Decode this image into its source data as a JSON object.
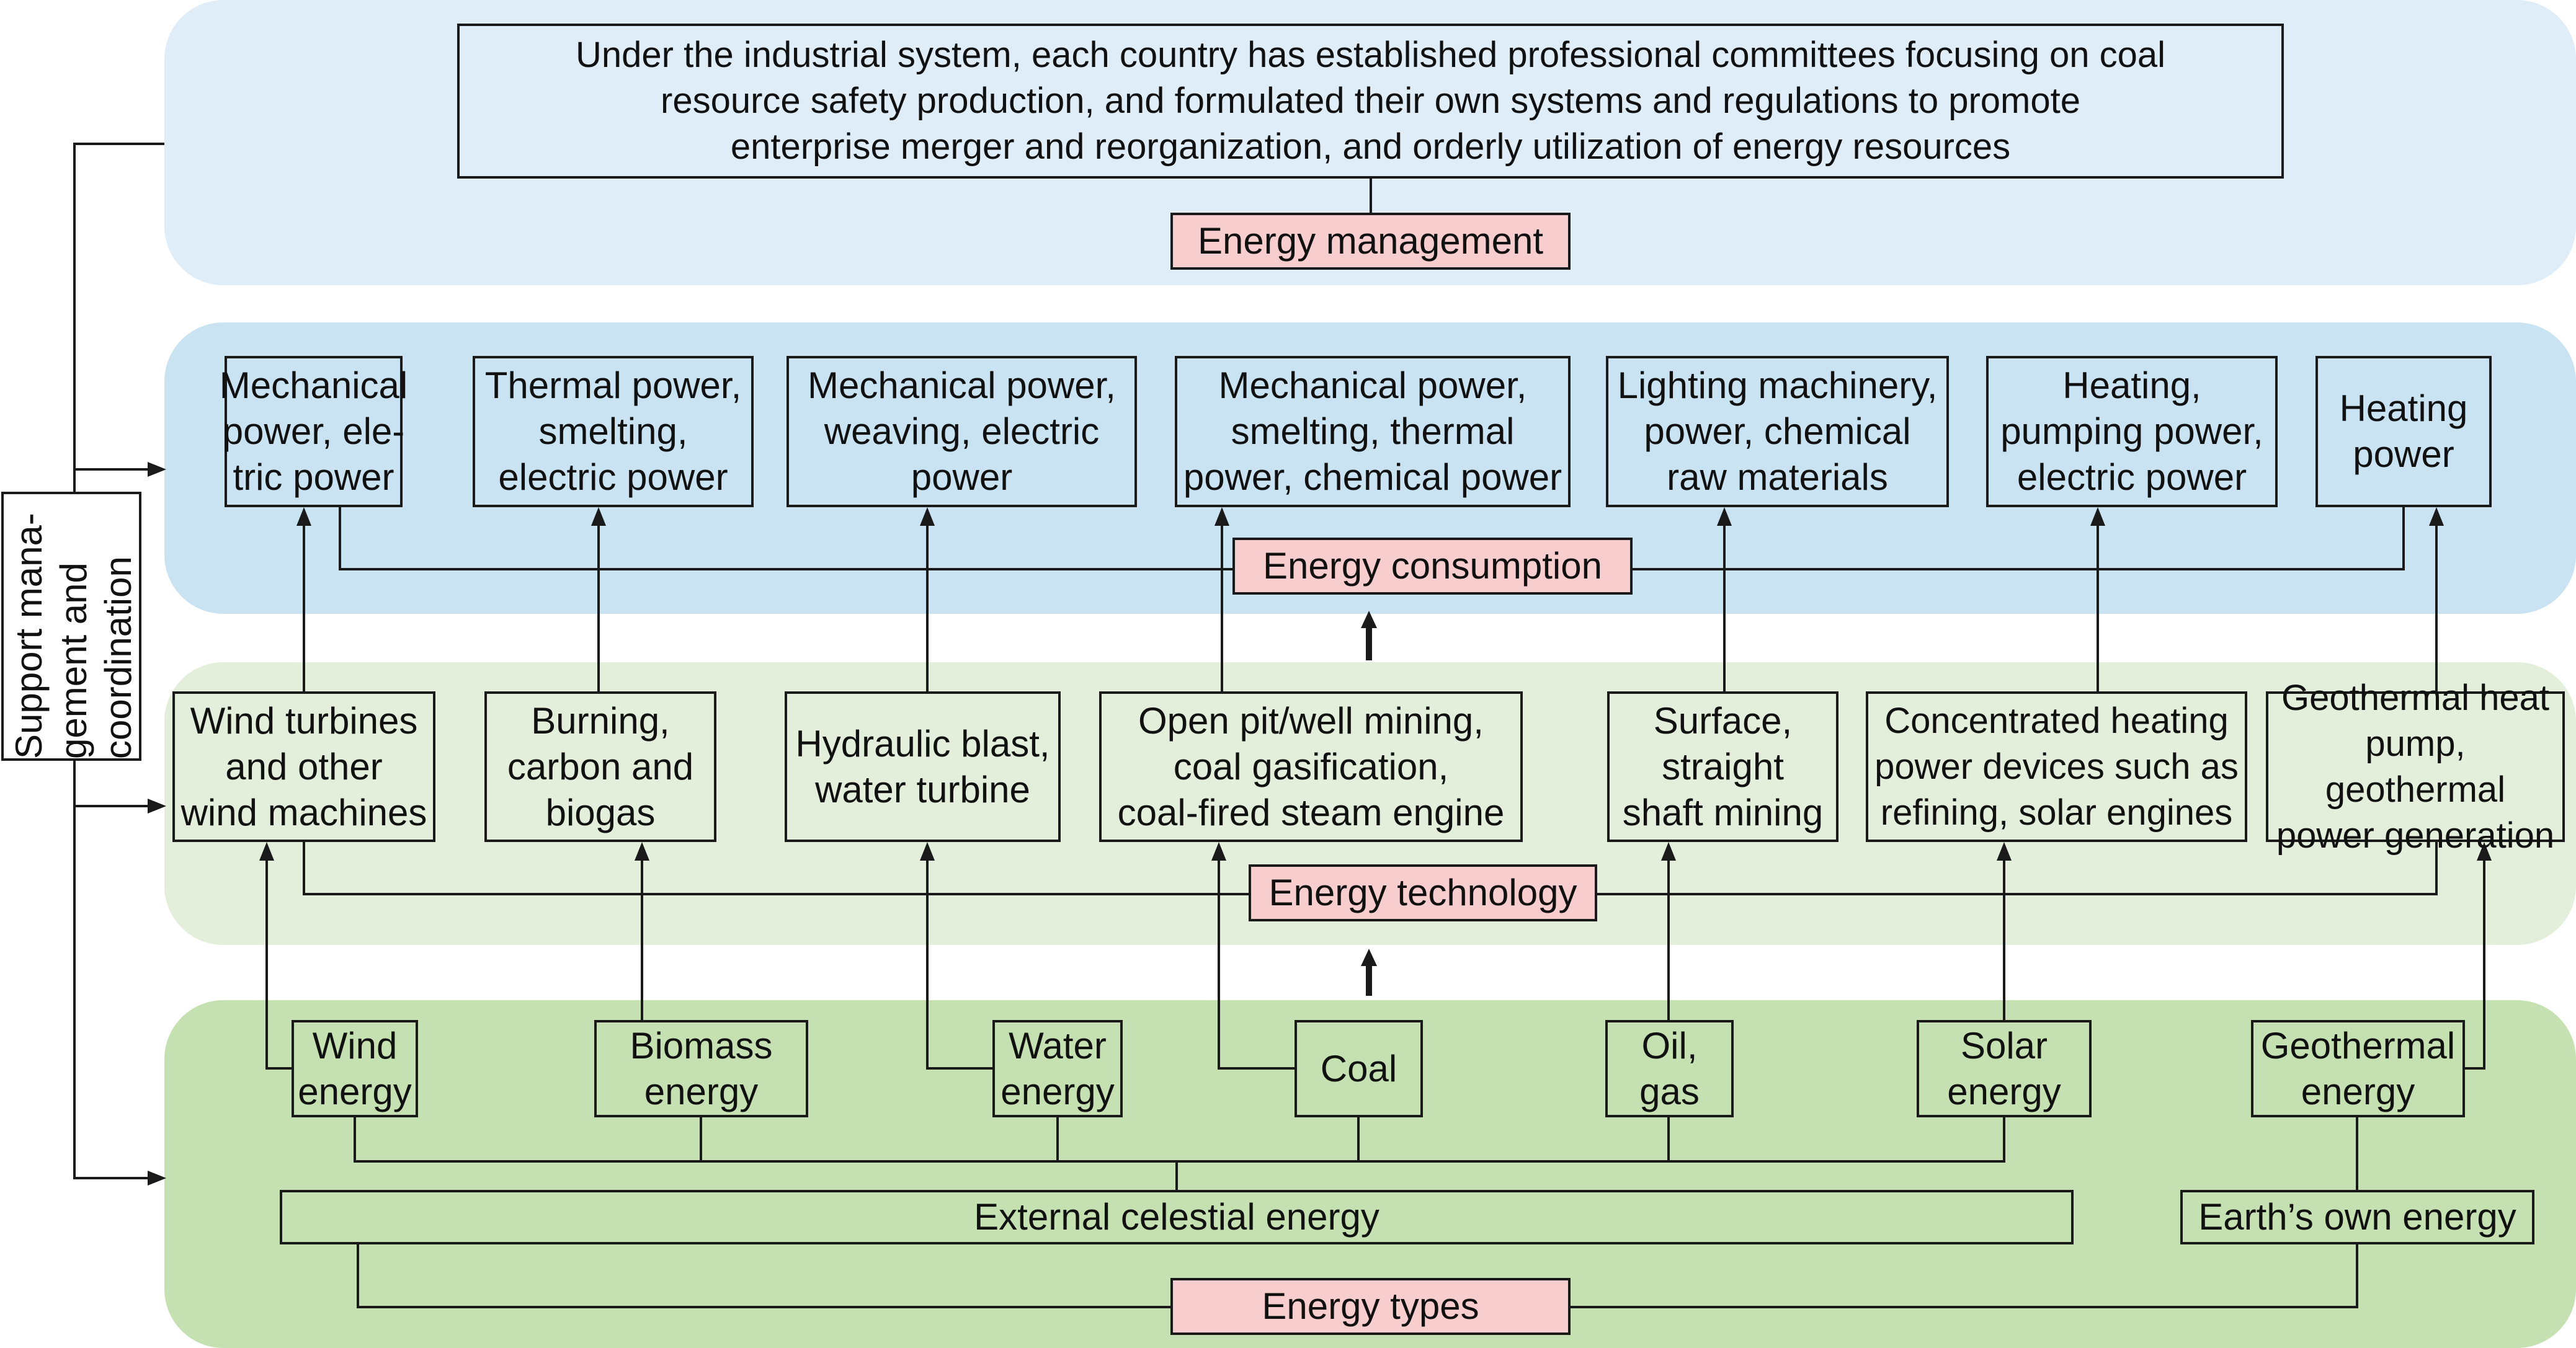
{
  "management": {
    "description": "Under the industrial system, each country has established professional committees focusing on coal\nresource safety production, and formulated their own systems and regulations to promote\nenterprise merger and reorganization, and orderly utilization of energy resources",
    "label": "Energy management"
  },
  "consumption": {
    "label": "Energy consumption",
    "items": [
      "Mechanical\npower, ele-\ntric power",
      "Thermal power,\nsmelting,\nelectric power",
      "Mechanical power,\nweaving, electric\npower",
      "Mechanical power,\nsmelting, thermal\npower, chemical power",
      "Lighting machinery,\npower, chemical\nraw materials",
      "Heating,\npumping power,\nelectric power",
      "Heating\npower"
    ]
  },
  "technology": {
    "label": "Energy technology",
    "items": [
      "Wind turbines\nand other\nwind machines",
      "Burning,\ncarbon and\nbiogas",
      "Hydraulic blast,\nwater turbine",
      "Open pit/well mining,\ncoal gasification,\ncoal-fired steam engine",
      "Surface,\nstraight\nshaft mining",
      "Concentrated heating\npower devices such as\nrefining, solar engines",
      "Geothermal heat\npump, geothermal\npower generation"
    ]
  },
  "types": {
    "label": "Energy types",
    "items": [
      "Wind\nenergy",
      "Biomass\nenergy",
      "Water\nenergy",
      "Coal",
      "Oil,\ngas",
      "Solar\nenergy",
      "Geothermal\nenergy"
    ],
    "external": "External celestial energy",
    "earth": "Earth’s own energy"
  },
  "support": {
    "label": "Support mana-\ngement and\ncoordination"
  },
  "colors": {
    "band_management": "#deedf8",
    "band_consumption": "#c9e3f2",
    "band_technology": "#e4efdb",
    "band_types": "#c5e1b2",
    "label_box": "#f8cdcd"
  }
}
